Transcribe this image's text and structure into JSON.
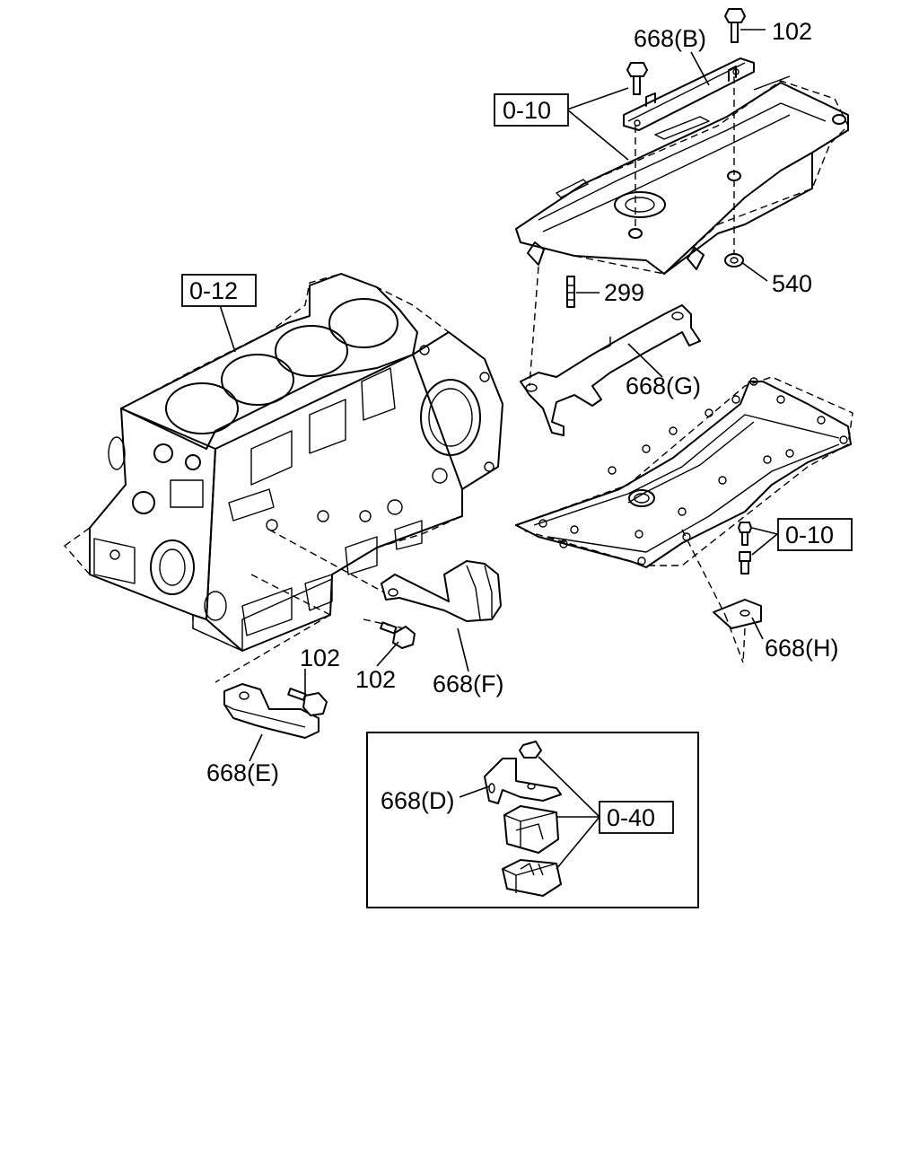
{
  "callouts": {
    "part_668b": "668(B)",
    "part_102_top": "102",
    "ref_0_10_top": "0-10",
    "part_540": "540",
    "part_299": "299",
    "part_668g": "668(G)",
    "ref_0_12": "0-12",
    "ref_0_10_right": "0-10",
    "part_668h": "668(H)",
    "part_102_left": "102",
    "part_102_center": "102",
    "part_668f": "668(F)",
    "part_668e": "668(E)",
    "part_668d": "668(D)",
    "ref_0_40": "0-40"
  }
}
